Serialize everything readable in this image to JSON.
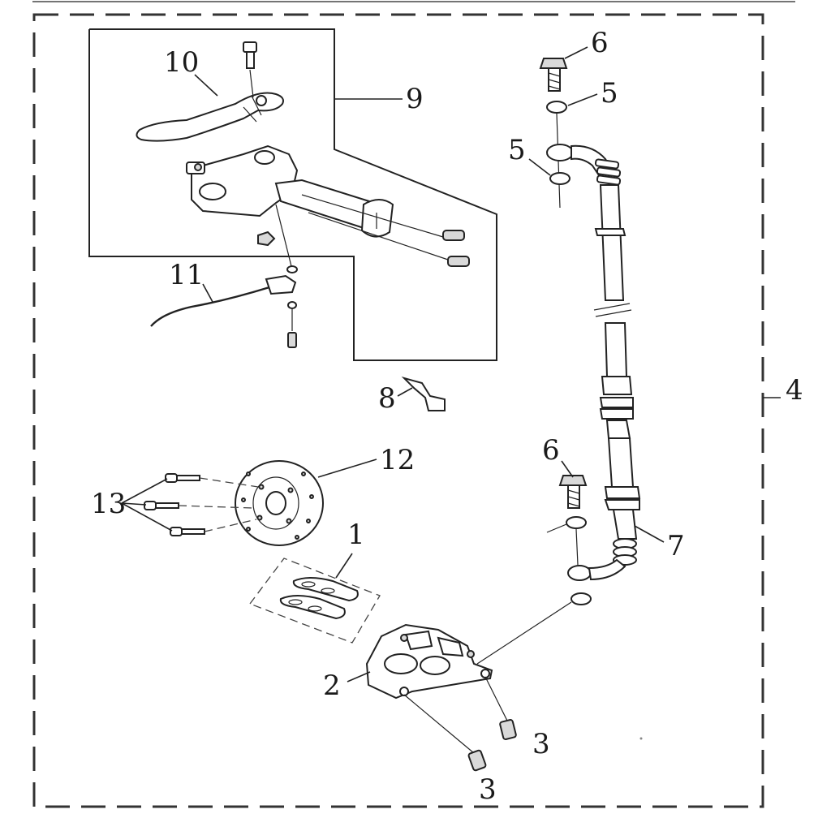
{
  "callouts": {
    "c1": "1",
    "c2": "2",
    "c3a": "3",
    "c3b": "3",
    "c4": "4",
    "c5a": "5",
    "c5b": "5",
    "c6a": "6",
    "c6b": "6",
    "c7": "7",
    "c8": "8",
    "c9": "9",
    "c10": "10",
    "c11": "11",
    "c12": "12",
    "c13": "13"
  }
}
